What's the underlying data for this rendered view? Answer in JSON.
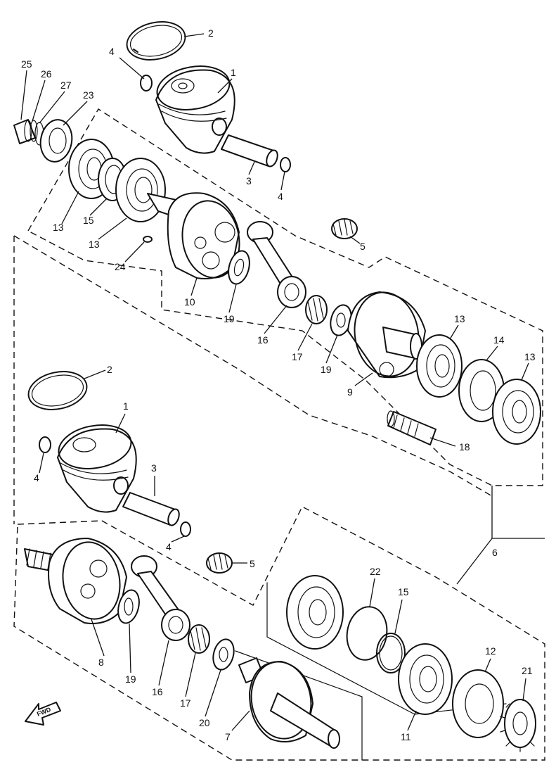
{
  "diagram": {
    "fwd_label": "FWD",
    "callouts": [
      {
        "id": "c-top-2",
        "text": "2"
      },
      {
        "id": "c-top-4a",
        "text": "4"
      },
      {
        "id": "c-top-1",
        "text": "1"
      },
      {
        "id": "c-top-3",
        "text": "3"
      },
      {
        "id": "c-top-4b",
        "text": "4"
      },
      {
        "id": "c-top-25",
        "text": "25"
      },
      {
        "id": "c-top-26",
        "text": "26"
      },
      {
        "id": "c-top-27",
        "text": "27"
      },
      {
        "id": "c-top-23",
        "text": "23"
      },
      {
        "id": "c-top-13a",
        "text": "13"
      },
      {
        "id": "c-top-15",
        "text": "15"
      },
      {
        "id": "c-top-13b",
        "text": "13"
      },
      {
        "id": "c-top-24",
        "text": "24"
      },
      {
        "id": "c-top-10",
        "text": "10"
      },
      {
        "id": "c-top-19a",
        "text": "19"
      },
      {
        "id": "c-top-5",
        "text": "5"
      },
      {
        "id": "c-top-16",
        "text": "16"
      },
      {
        "id": "c-top-17",
        "text": "17"
      },
      {
        "id": "c-top-19b",
        "text": "19"
      },
      {
        "id": "c-top-9",
        "text": "9"
      },
      {
        "id": "c-top-13c",
        "text": "13"
      },
      {
        "id": "c-top-14",
        "text": "14"
      },
      {
        "id": "c-top-13d",
        "text": "13"
      },
      {
        "id": "c-top-18",
        "text": "18"
      },
      {
        "id": "c-bot-2",
        "text": "2"
      },
      {
        "id": "c-bot-1",
        "text": "1"
      },
      {
        "id": "c-bot-4a",
        "text": "4"
      },
      {
        "id": "c-bot-3",
        "text": "3"
      },
      {
        "id": "c-bot-4b",
        "text": "4"
      },
      {
        "id": "c-bot-5",
        "text": "5"
      },
      {
        "id": "c-bot-6",
        "text": "6"
      },
      {
        "id": "c-bot-22",
        "text": "22"
      },
      {
        "id": "c-bot-15",
        "text": "15"
      },
      {
        "id": "c-bot-8",
        "text": "8"
      },
      {
        "id": "c-bot-19",
        "text": "19"
      },
      {
        "id": "c-bot-16",
        "text": "16"
      },
      {
        "id": "c-bot-17",
        "text": "17"
      },
      {
        "id": "c-bot-20",
        "text": "20"
      },
      {
        "id": "c-bot-7",
        "text": "7"
      },
      {
        "id": "c-bot-11",
        "text": "11"
      },
      {
        "id": "c-bot-12",
        "text": "12"
      },
      {
        "id": "c-bot-21",
        "text": "21"
      }
    ]
  }
}
